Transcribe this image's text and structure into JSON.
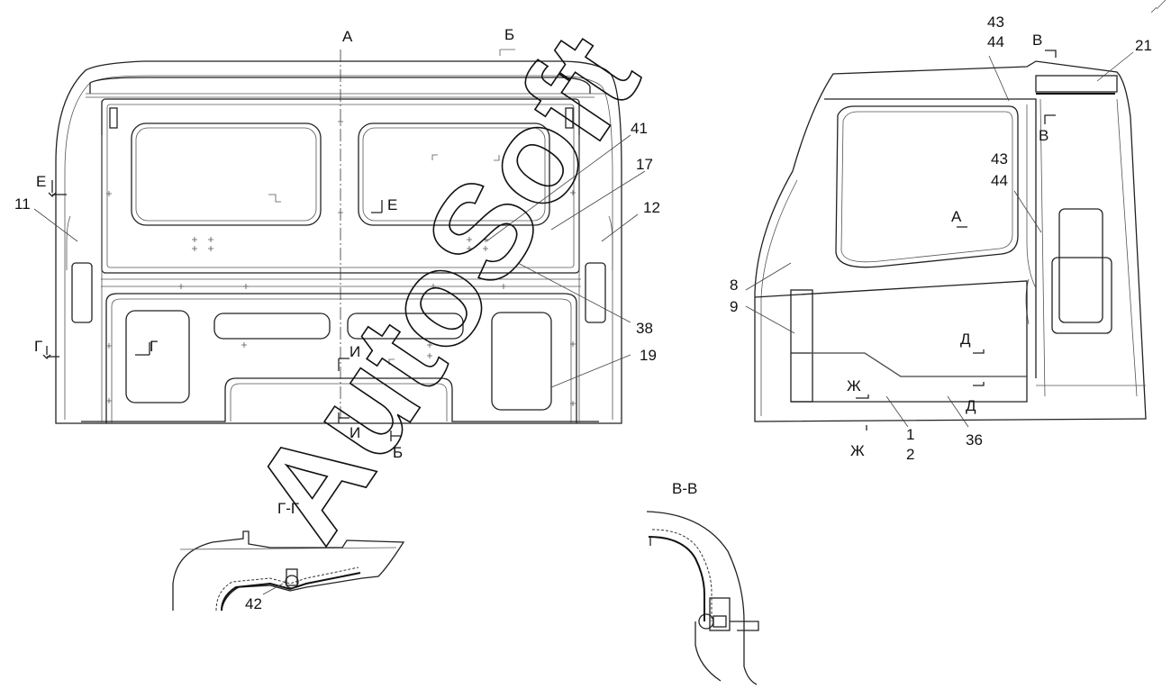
{
  "watermark": "AutoSoft",
  "front_view": {
    "section_marks": {
      "a_top": "А",
      "b_top": "Б",
      "e_left": "Е",
      "e_mid": "Е",
      "g_left": "Г",
      "g_mid": "Г",
      "i_upper": "И",
      "i_lower": "И",
      "b_bottom": "Б"
    },
    "callouts": {
      "c11": "11",
      "c41": "41",
      "c17": "17",
      "c12": "12",
      "c38": "38",
      "c19": "19"
    }
  },
  "side_view": {
    "section_marks": {
      "v_top": "В",
      "v_mid": "В",
      "a_arrow": "А",
      "d_upper": "Д",
      "d_lower": "Д",
      "zh_upper": "Ж",
      "zh_lower": "Ж"
    },
    "callouts": {
      "c43_top": "43",
      "c44_top": "44",
      "c21": "21",
      "c43_mid": "43",
      "c44_mid": "44",
      "c8": "8",
      "c9": "9",
      "c1": "1",
      "c2": "2",
      "c36": "36"
    }
  },
  "section_gg": {
    "title": "Г-Г",
    "callout": "42"
  },
  "section_vv": {
    "title": "В-В"
  }
}
